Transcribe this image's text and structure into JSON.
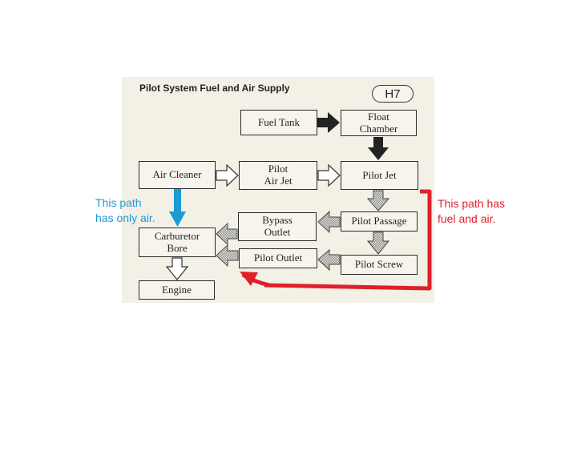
{
  "diagram": {
    "title": "Pilot System Fuel and Air Supply",
    "badge": "H7",
    "boxes": {
      "fuel_tank": "Fuel Tank",
      "float_chamber": "Float\nChamber",
      "air_cleaner": "Air Cleaner",
      "pilot_air_jet": "Pilot\nAir Jet",
      "pilot_jet": "Pilot Jet",
      "bypass_outlet": "Bypass\nOutlet",
      "pilot_passage": "Pilot Passage",
      "carburetor_bore": "Carburetor\nBore",
      "pilot_outlet": "Pilot Outlet",
      "pilot_screw": "Pilot Screw",
      "engine": "Engine"
    }
  },
  "annotations": {
    "air_only": "This path\nhas only air.",
    "air_only_color": "#1a9ad6",
    "fuel_and_air": "This path has\nfuel and air.",
    "fuel_and_air_color": "#e0202a"
  }
}
